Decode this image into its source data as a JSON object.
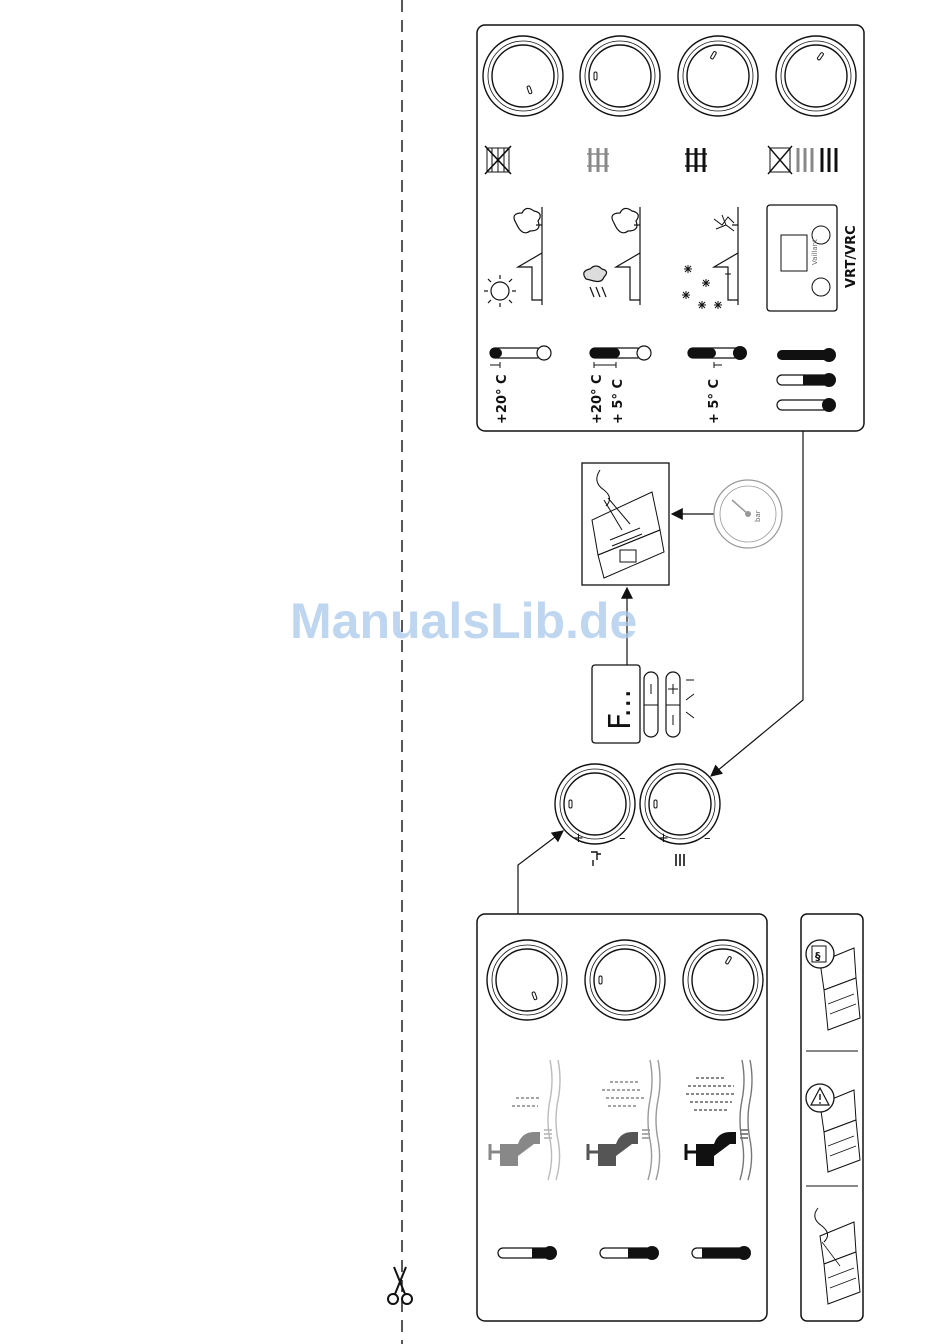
{
  "watermark": "ManualsLib.de",
  "heating_panel": {
    "temperature_labels": [
      "+20° C",
      "+20° C",
      "+ 5° C",
      "+ 5° C"
    ],
    "controller_label": "VRT/VRC"
  },
  "display_panel": {
    "display_text": "F..."
  },
  "pressure_gauge": {
    "unit": "bar"
  }
}
